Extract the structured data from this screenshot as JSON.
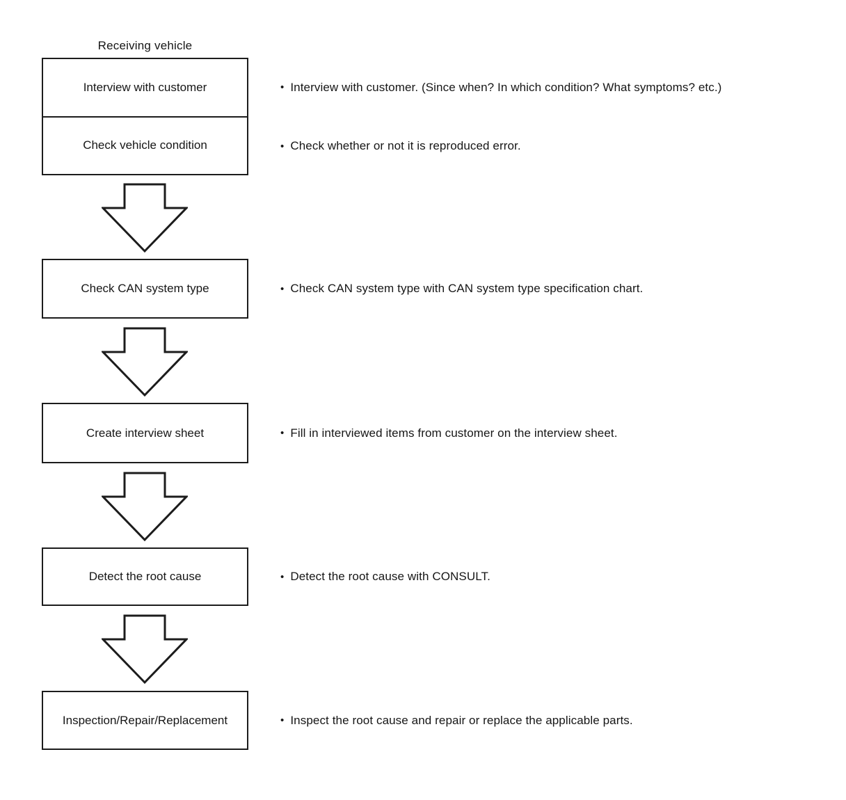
{
  "title": "Receiving vehicle",
  "flow": {
    "bullet_char": "•",
    "steps": [
      {
        "label": "Interview with customer",
        "note": "Interview with customer. (Since when? In which condition? What symptoms? etc.)"
      },
      {
        "label": "Check vehicle condition",
        "note": "Check whether or not it is reproduced error."
      },
      {
        "label": "Check CAN system type",
        "note": "Check CAN system type with CAN system type specification chart."
      },
      {
        "label": "Create interview sheet",
        "note": "Fill in interviewed items from customer on the interview sheet."
      },
      {
        "label": "Detect the root cause",
        "note": "Detect the root cause with CONSULT."
      },
      {
        "label": "Inspection/Repair/Replacement",
        "note": "Inspect the root cause and repair or replace the applicable parts."
      }
    ]
  },
  "colors": {
    "ink": "#1c1c1c",
    "background": "#ffffff",
    "box_fill": "#ffffff"
  }
}
